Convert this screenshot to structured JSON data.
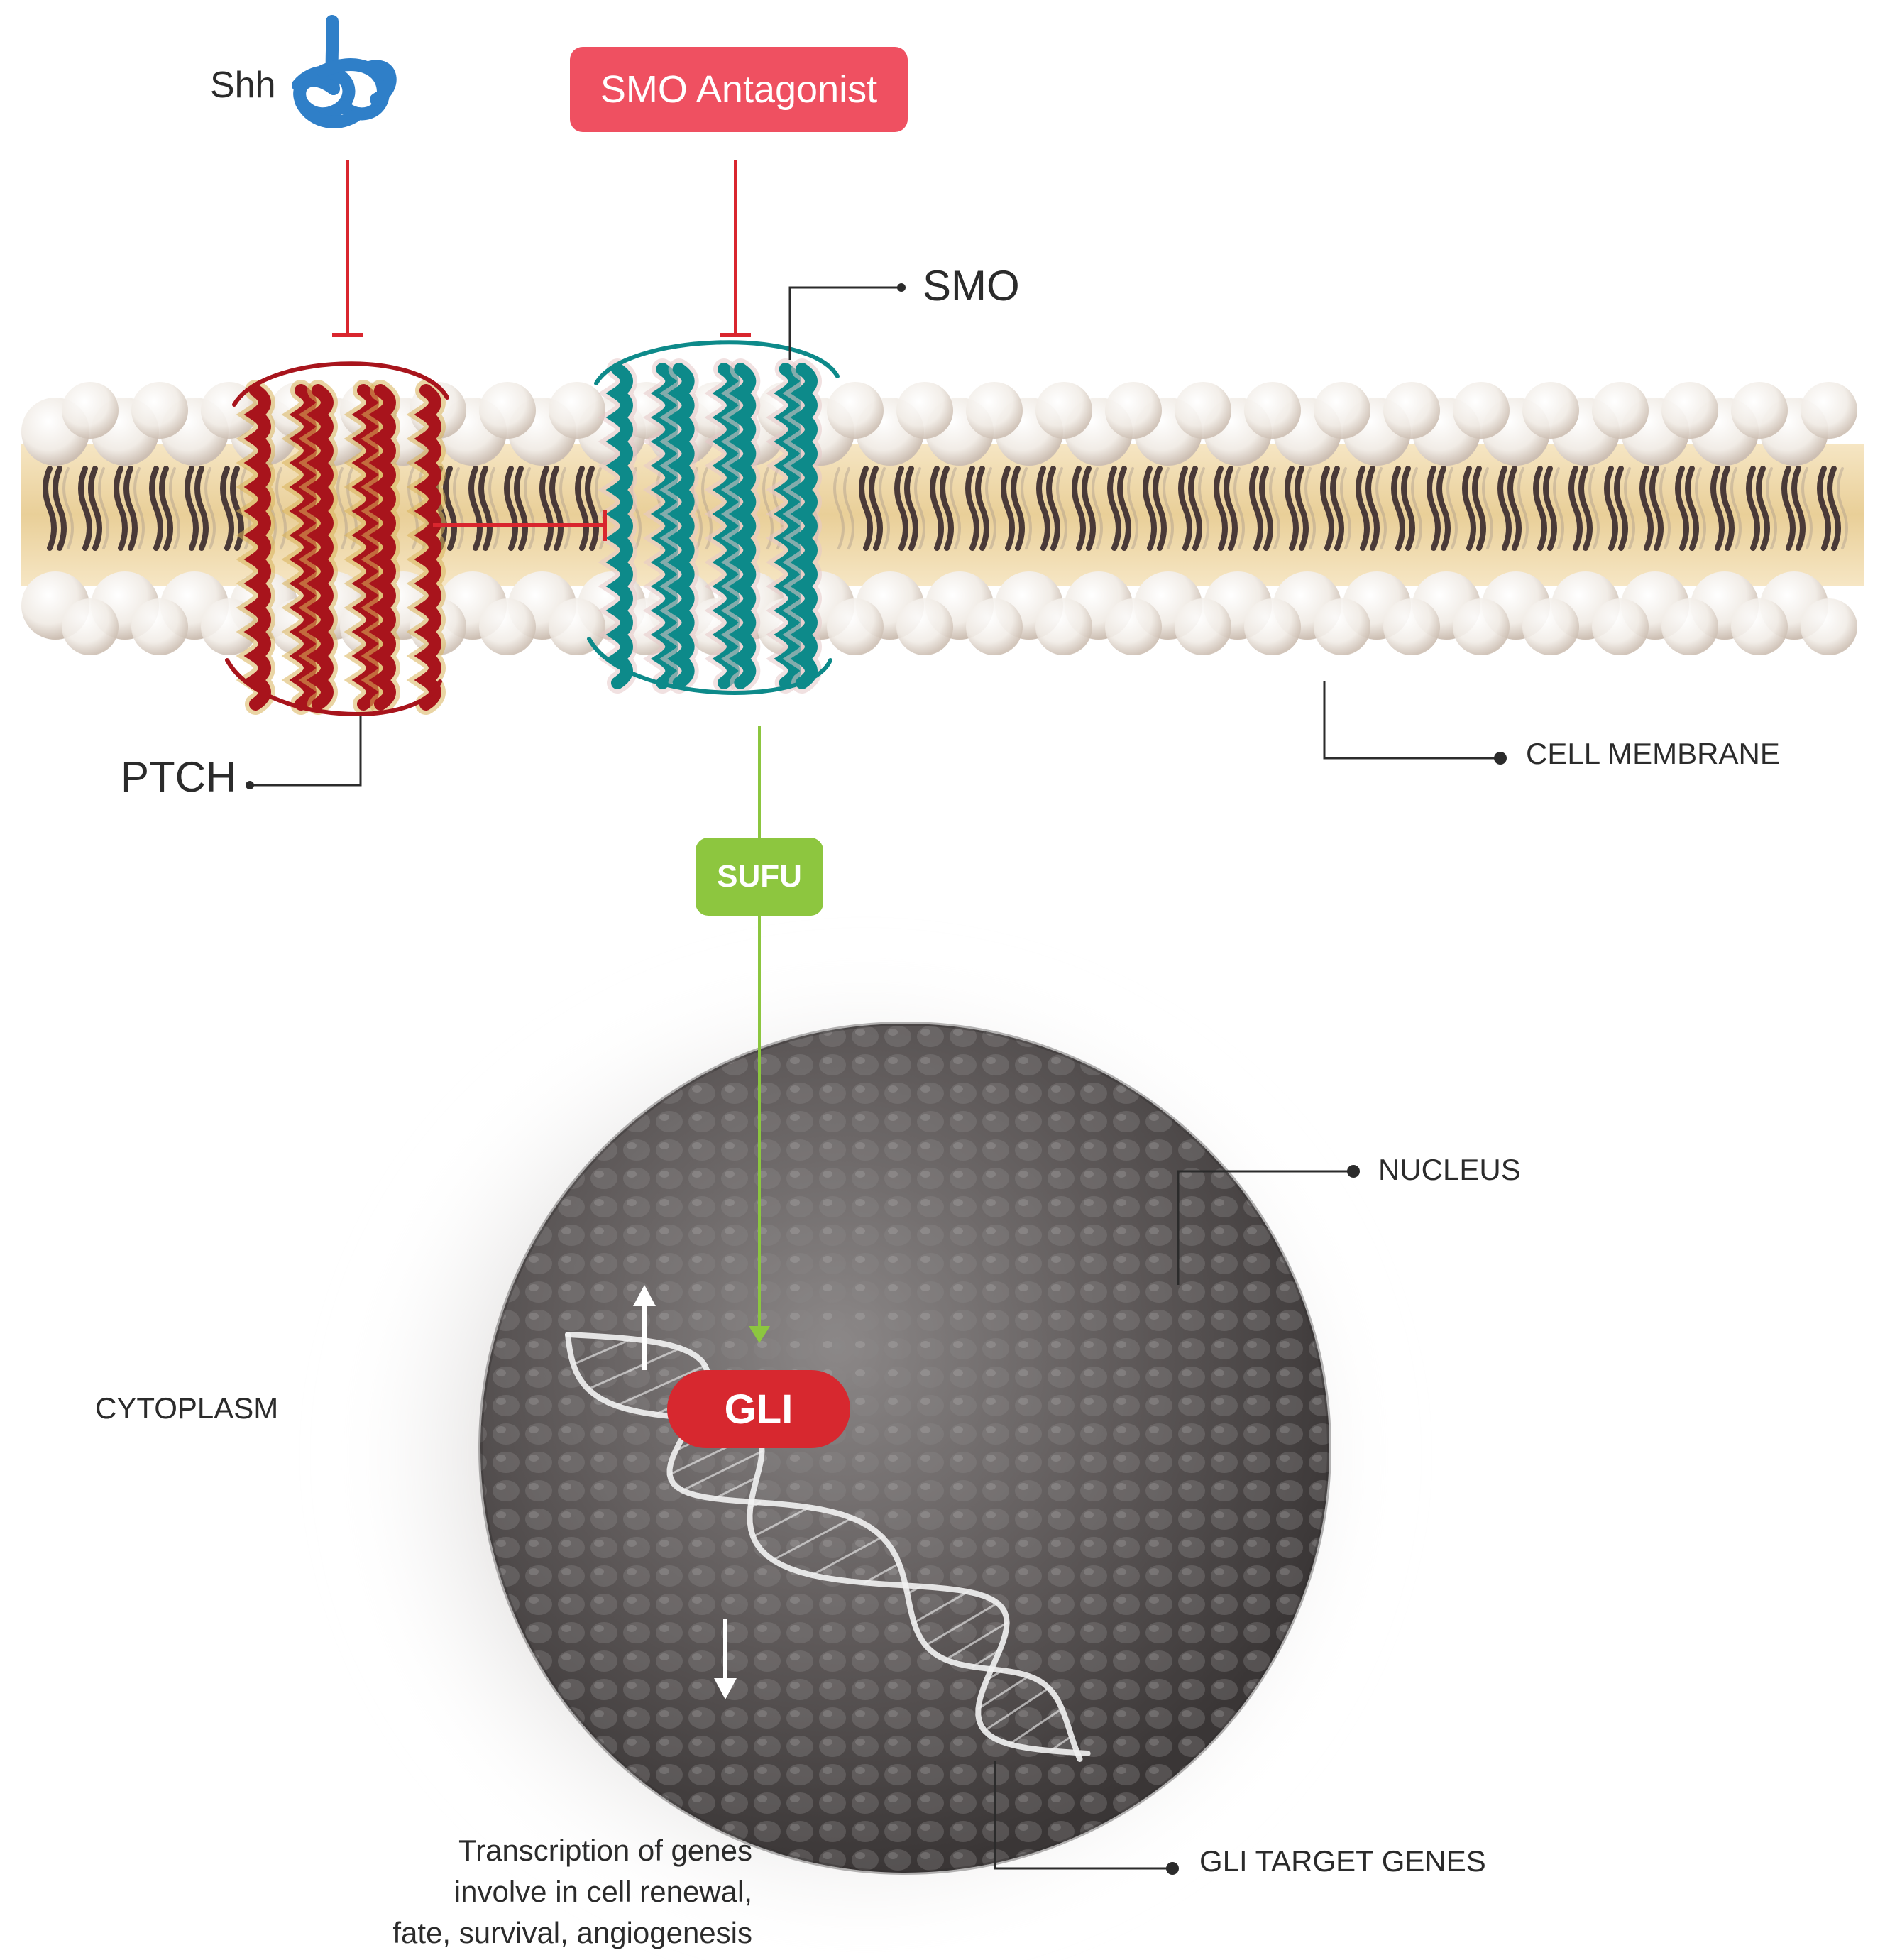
{
  "labels": {
    "shh": "Shh",
    "smo_antagonist": "SMO Antagonist",
    "smo": "SMO",
    "ptch": "PTCH",
    "cell_membrane": "CELL MEMBRANE",
    "sufu": "SUFU",
    "nucleus": "NUCLEUS",
    "cytoplasm": "CYTOPLASM",
    "gli": "GLI",
    "gli_target_genes": "GLI TARGET GENES",
    "transcription_lines": [
      "Transcription of genes",
      "involve in cell renewal,",
      "fate, survival, angiogenesis"
    ]
  },
  "colors": {
    "inhibit": "#d9262e",
    "activate": "#8cc63f",
    "antagonist_box": "#ef5061",
    "gli_box": "#d7282f",
    "sufu_box": "#8dc63f",
    "ptch_protein": "#a8141c",
    "smo_protein": "#0d8a8a",
    "shh_protein": "#2f7fc8",
    "membrane_core": "#efd8a8",
    "leader_line": "#2b2b2b"
  }
}
